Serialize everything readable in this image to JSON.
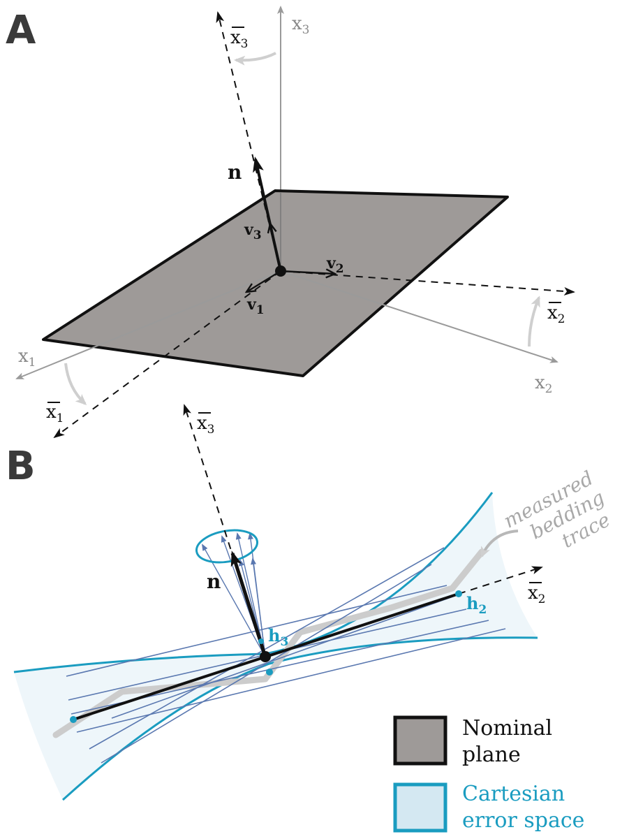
{
  "panel_a": {
    "letter": "A",
    "axes": {
      "x1": {
        "base": "x",
        "sub": "1"
      },
      "x2": {
        "base": "x",
        "sub": "2"
      },
      "x3": {
        "base": "x",
        "sub": "3"
      }
    },
    "rotated_axes": {
      "x1bar": {
        "base": "x",
        "sub": "1"
      },
      "x2bar": {
        "base": "x",
        "sub": "2"
      },
      "x3bar": {
        "base": "x",
        "sub": "3"
      }
    },
    "vectors": {
      "n": "n",
      "v1": {
        "base": "v",
        "sub": "1"
      },
      "v2": {
        "base": "v",
        "sub": "2"
      },
      "v3": {
        "base": "v",
        "sub": "3"
      }
    }
  },
  "panel_b": {
    "letter": "B",
    "rotated_axes": {
      "x2bar": {
        "base": "x",
        "sub": "2"
      },
      "x3bar": {
        "base": "x",
        "sub": "3"
      }
    },
    "n": "n",
    "h2": {
      "base": "h",
      "sub": "2"
    },
    "h3": {
      "base": "h",
      "sub": "3"
    },
    "trace_label": [
      "measured",
      "bedding",
      "trace"
    ]
  },
  "legend": {
    "items": [
      {
        "line1": "Nominal",
        "line2": "plane"
      },
      {
        "line1": "Cartesian",
        "line2": "error space"
      }
    ]
  },
  "colors": {
    "plane_fill": "#9e9a98",
    "error_fill": "#eef6fa",
    "error_edge": "#1a9cc0",
    "fan_lines": "#5a78b0",
    "gray_axes": "#9a9a9a",
    "trace": "#cccccc"
  }
}
